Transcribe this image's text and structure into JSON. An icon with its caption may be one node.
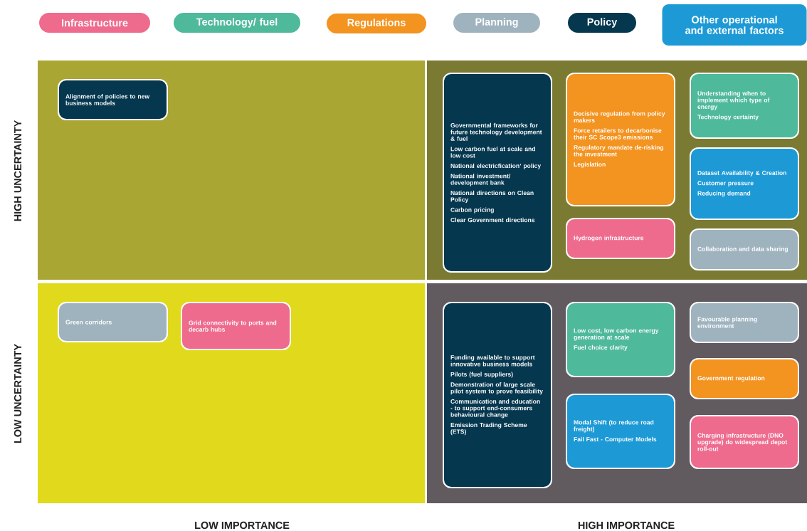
{
  "diagram": {
    "nodes": [
      {
        "text": [
          "Alignment of policies to new business models"
        ]
      },
      {
        "text": [
          "Governmental frameworks for future technology development & fuel",
          "Low carbon fuel at scale and low cost",
          "National electricfication’ policy",
          "National investment/ development bank",
          "National directions on Clean Policy",
          "Carbon pricing",
          "Clear Government directions"
        ]
      },
      {
        "text": [
          "Decisive regulation from policy makers",
          "Force retailers to decarbonise their SC Scope3 emissions",
          "Regulatory mandate de-risking the investment",
          "Legislation"
        ]
      },
      {
        "text": [
          "Understanding when to implement which type of energy",
          "Technology certainty"
        ]
      },
      {
        "text": [
          "Dataset Availability & Creation",
          "Customer pressure",
          "Reducing demand"
        ]
      },
      {
        "text": [
          "Hydrogen infrastructure"
        ]
      },
      {
        "text": [
          "Collaboration and data sharing"
        ]
      },
      {
        "text": [
          "Green corridors"
        ]
      },
      {
        "text": [
          "Grid connectivity to ports and decarb hubs"
        ]
      },
      {
        "text": [
          "Funding available to support innovative business models",
          "Pilots (fuel suppliers)",
          "Demonstration of large scale pilot system to prove feasibility",
          "Communication and education - to support end-consumers behavioural change",
          "Emission Trading Scheme (ETS)"
        ]
      },
      {
        "text": [
          "Low cost, low carbon energy generation at scale",
          "Fuel choice clarity"
        ]
      },
      {
        "text": [
          "Modal Shift (to reduce road freight)",
          "Fail Fast - Computer Models"
        ]
      },
      {
        "text": [
          "Favourable planning environment"
        ]
      },
      {
        "text": [
          "Government regulation"
        ]
      },
      {
        "text": [
          "Charging infrastructure (DNO upgrade) do widespread depot roll-out"
        ]
      }
    ],
    "labels": [
      "HIGH UNCERTAINTY",
      "LOW UNCERTAINTY",
      "LOW IMPORTANCE",
      "HIGH IMPORTANCE"
    ],
    "legend": [
      {
        "text": "Infrastructure",
        "color": "#ee6b8e"
      },
      {
        "text": "Technology/ fuel",
        "color": "#4fb99b"
      },
      {
        "text": "Regulations",
        "color": "#f39320"
      },
      {
        "text": "Planning",
        "color": "#9fb3bf"
      },
      {
        "text": "Policy",
        "color": "#05374f"
      },
      {
        "text": "Other operational and external factors",
        "color": "#1d9ad6"
      }
    ]
  }
}
